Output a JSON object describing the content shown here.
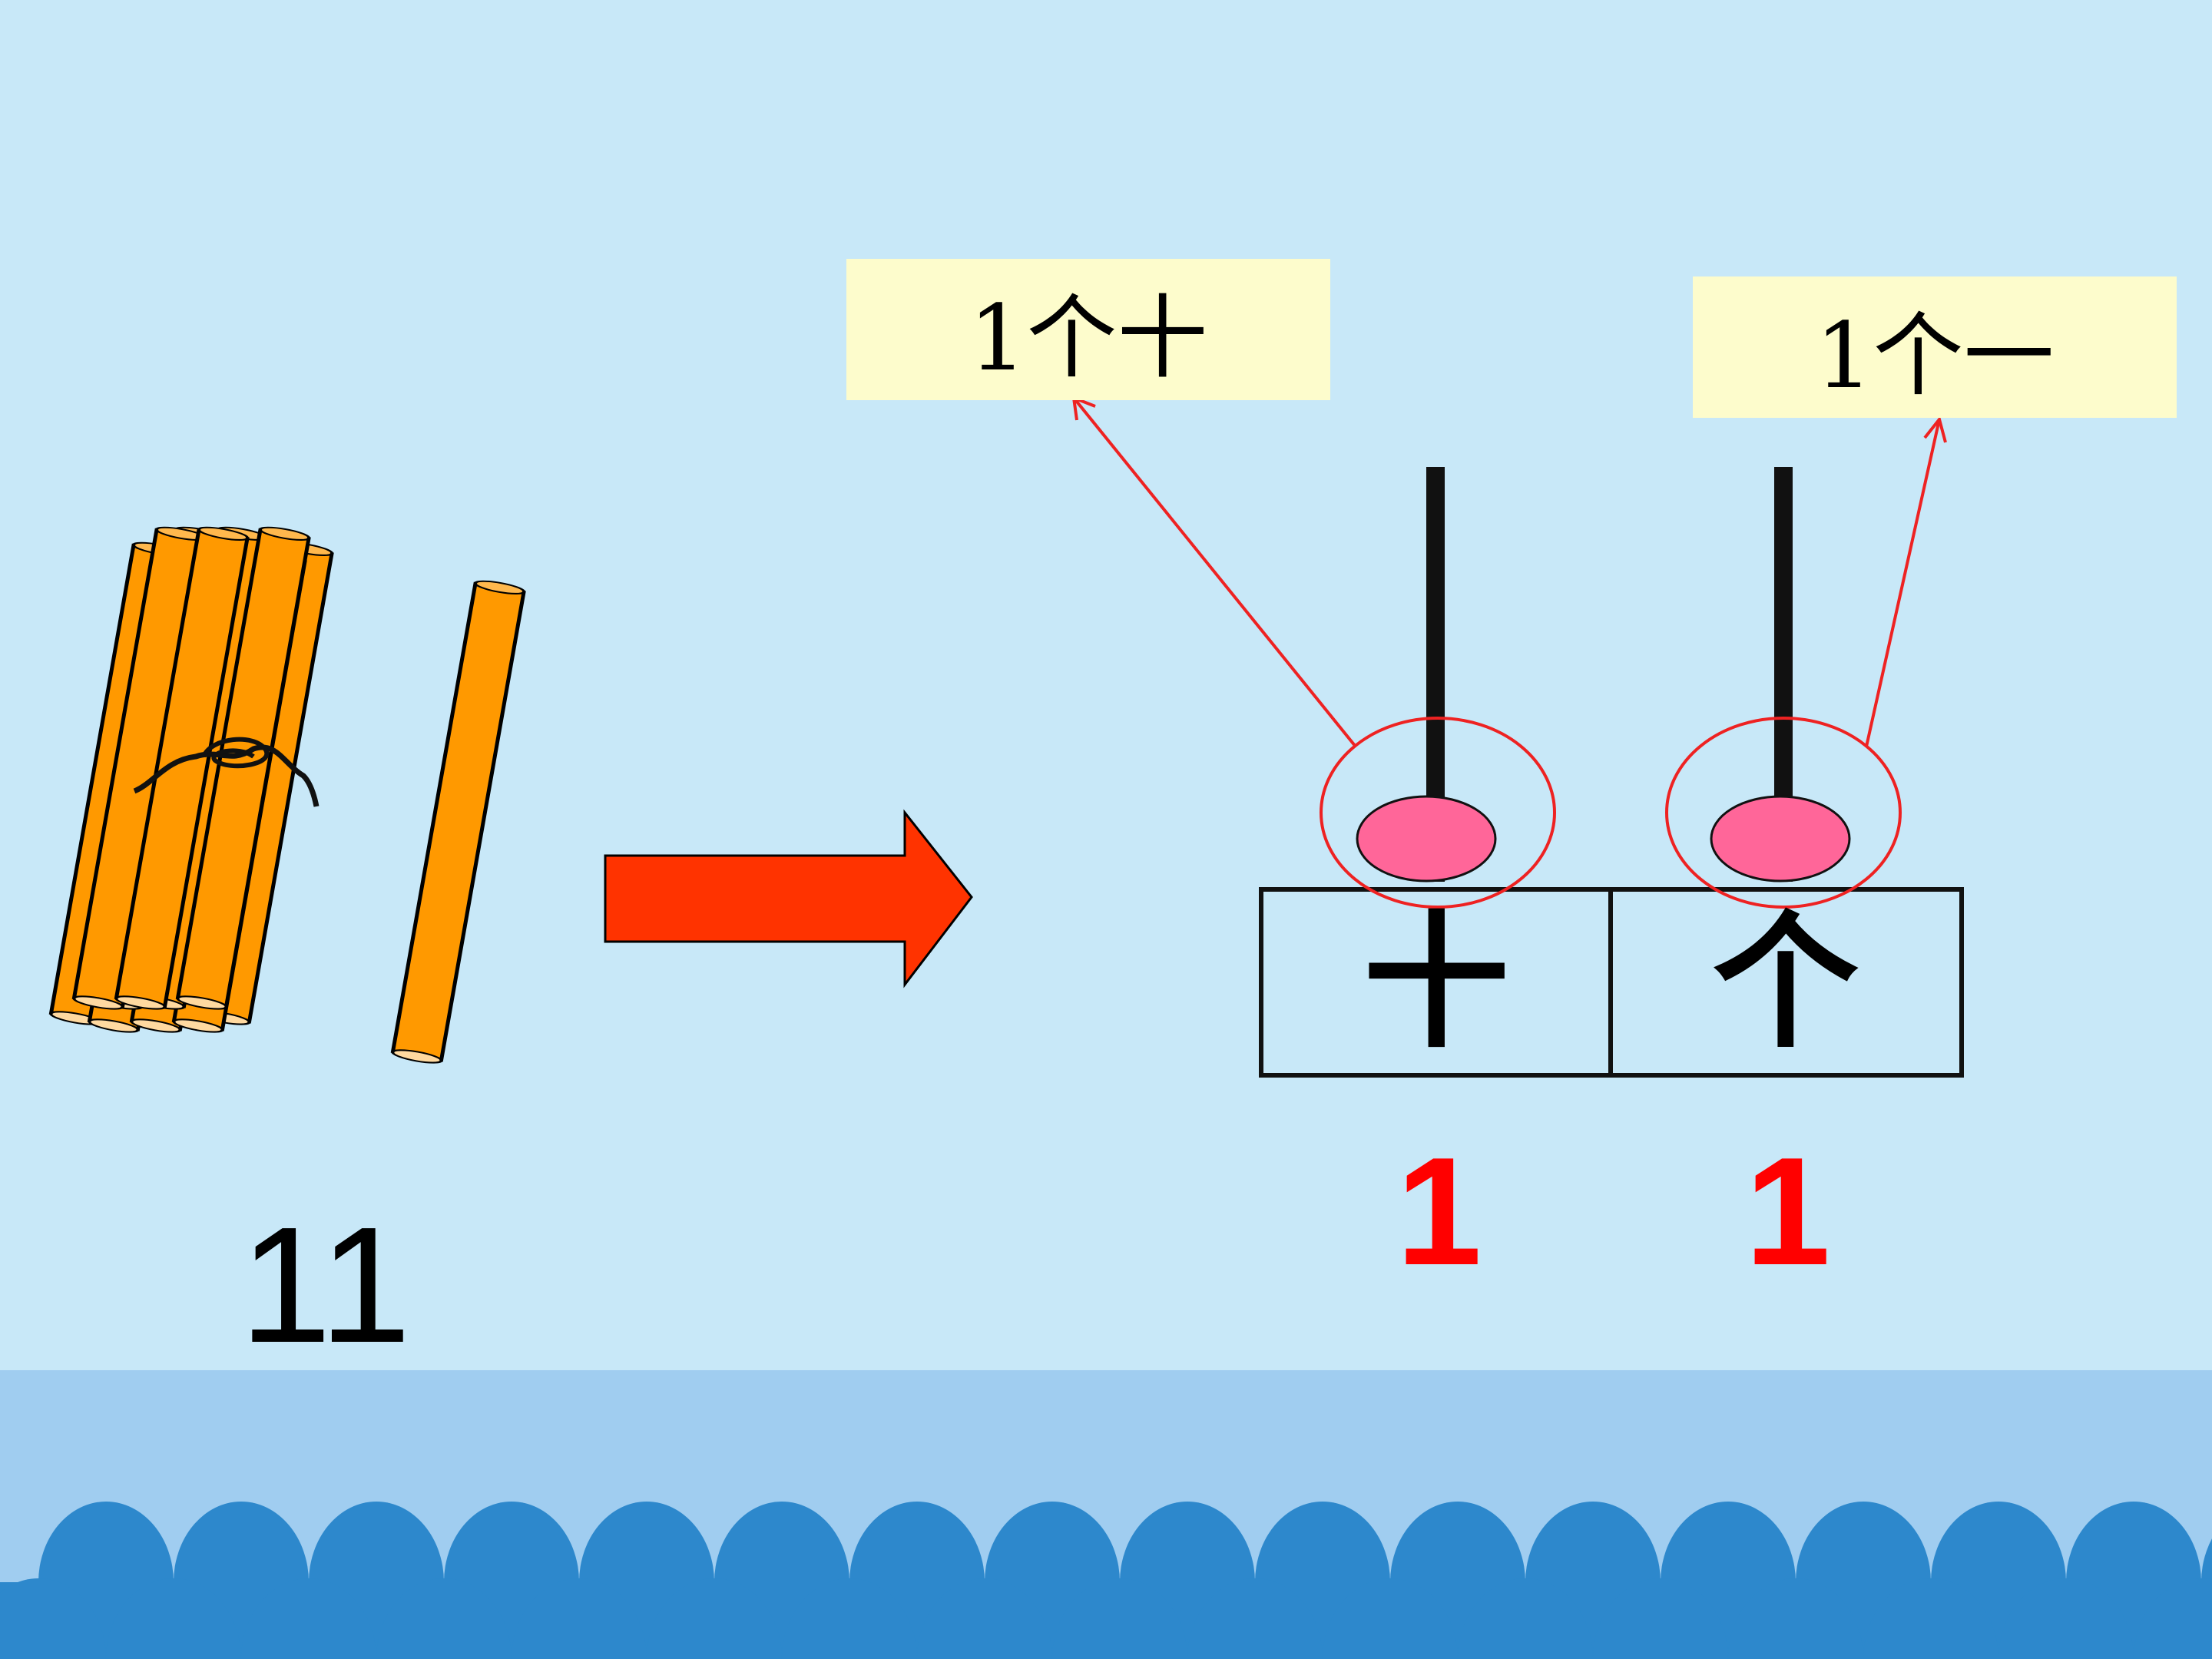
{
  "number": "11",
  "tens_label": "1个十",
  "ones_label": "1个一",
  "place_values": {
    "tens_heading": "十",
    "ones_heading": "个",
    "tens_digit": "1",
    "ones_digit": "1"
  },
  "colors": {
    "background": "#c8e8f8",
    "sea_band": "#a0cdf0",
    "wave": "#2d88cc",
    "stick": "#ff9900",
    "arrow": "#ff3300",
    "bead": "#ff6699",
    "ring": "#ee2222",
    "label_box": "#fdfccc",
    "digit": "#ff0000"
  }
}
